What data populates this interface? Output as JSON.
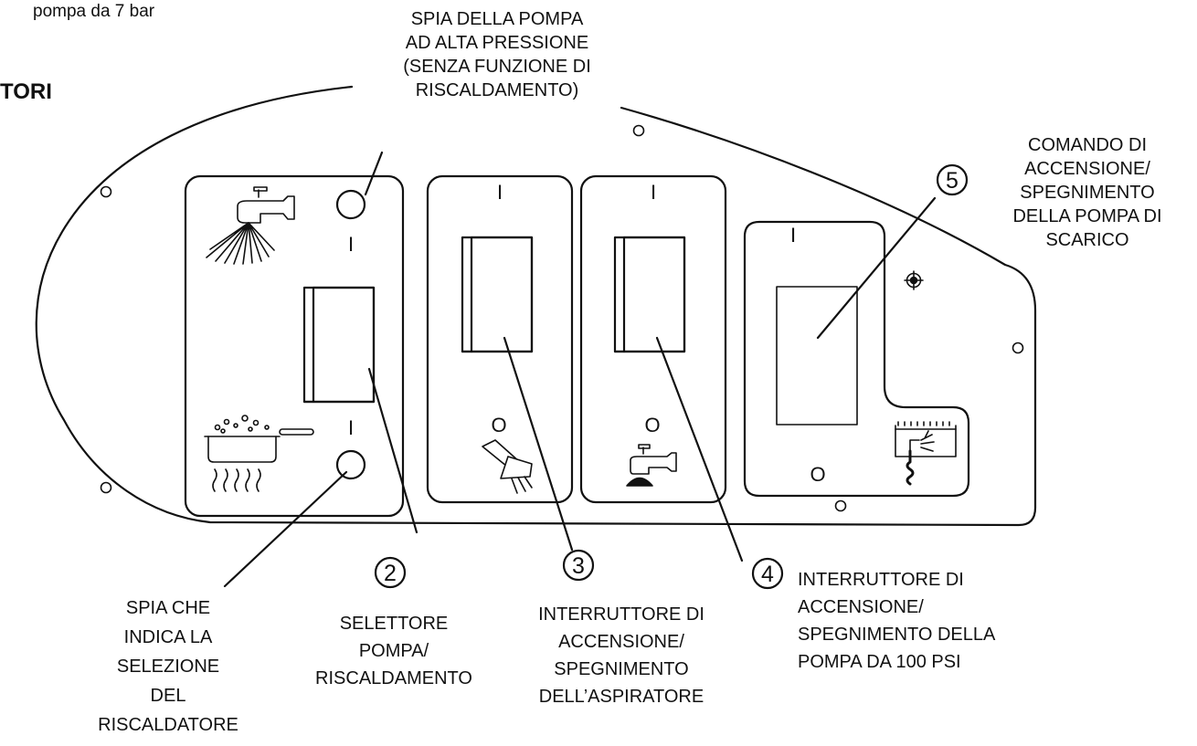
{
  "header": {
    "top_fragment": "pompa da 7 bar",
    "section_fragment": "TORI"
  },
  "panel": {
    "switch_marks": {
      "on": "I",
      "off": "O"
    }
  },
  "callouts": {
    "spia_pompa_alta_pressione": [
      "SPIA DELLA POMPA",
      "AD ALTA PRESSIONE",
      "(SENZA FUNZIONE DI",
      "RISCALDAMENTO)"
    ],
    "comando_pompa_scarico": [
      "COMANDO DI",
      "ACCENSIONE/",
      "SPEGNIMENTO",
      "DELLA POMPA DI",
      "SCARICO"
    ],
    "spia_riscaldatore": [
      "SPIA CHE",
      "INDICA LA",
      "SELEZIONE",
      "DEL",
      "RISCALDATORE"
    ],
    "selettore": [
      "SELETTORE",
      "POMPA/",
      "RISCALDAMENTO"
    ],
    "interruttore_aspiratore": [
      "INTERRUTTORE DI",
      "ACCENSIONE/",
      "SPEGNIMENTO",
      "DELL’ASPIRATORE"
    ],
    "interruttore_pompa_100psi": [
      "INTERRUTTORE DI",
      "ACCENSIONE/",
      "SPEGNIMENTO DELLA",
      "POMPA DA 100 PSI"
    ]
  },
  "numbers": {
    "n2": "2",
    "n3": "3",
    "n4": "4",
    "n5": "5"
  }
}
